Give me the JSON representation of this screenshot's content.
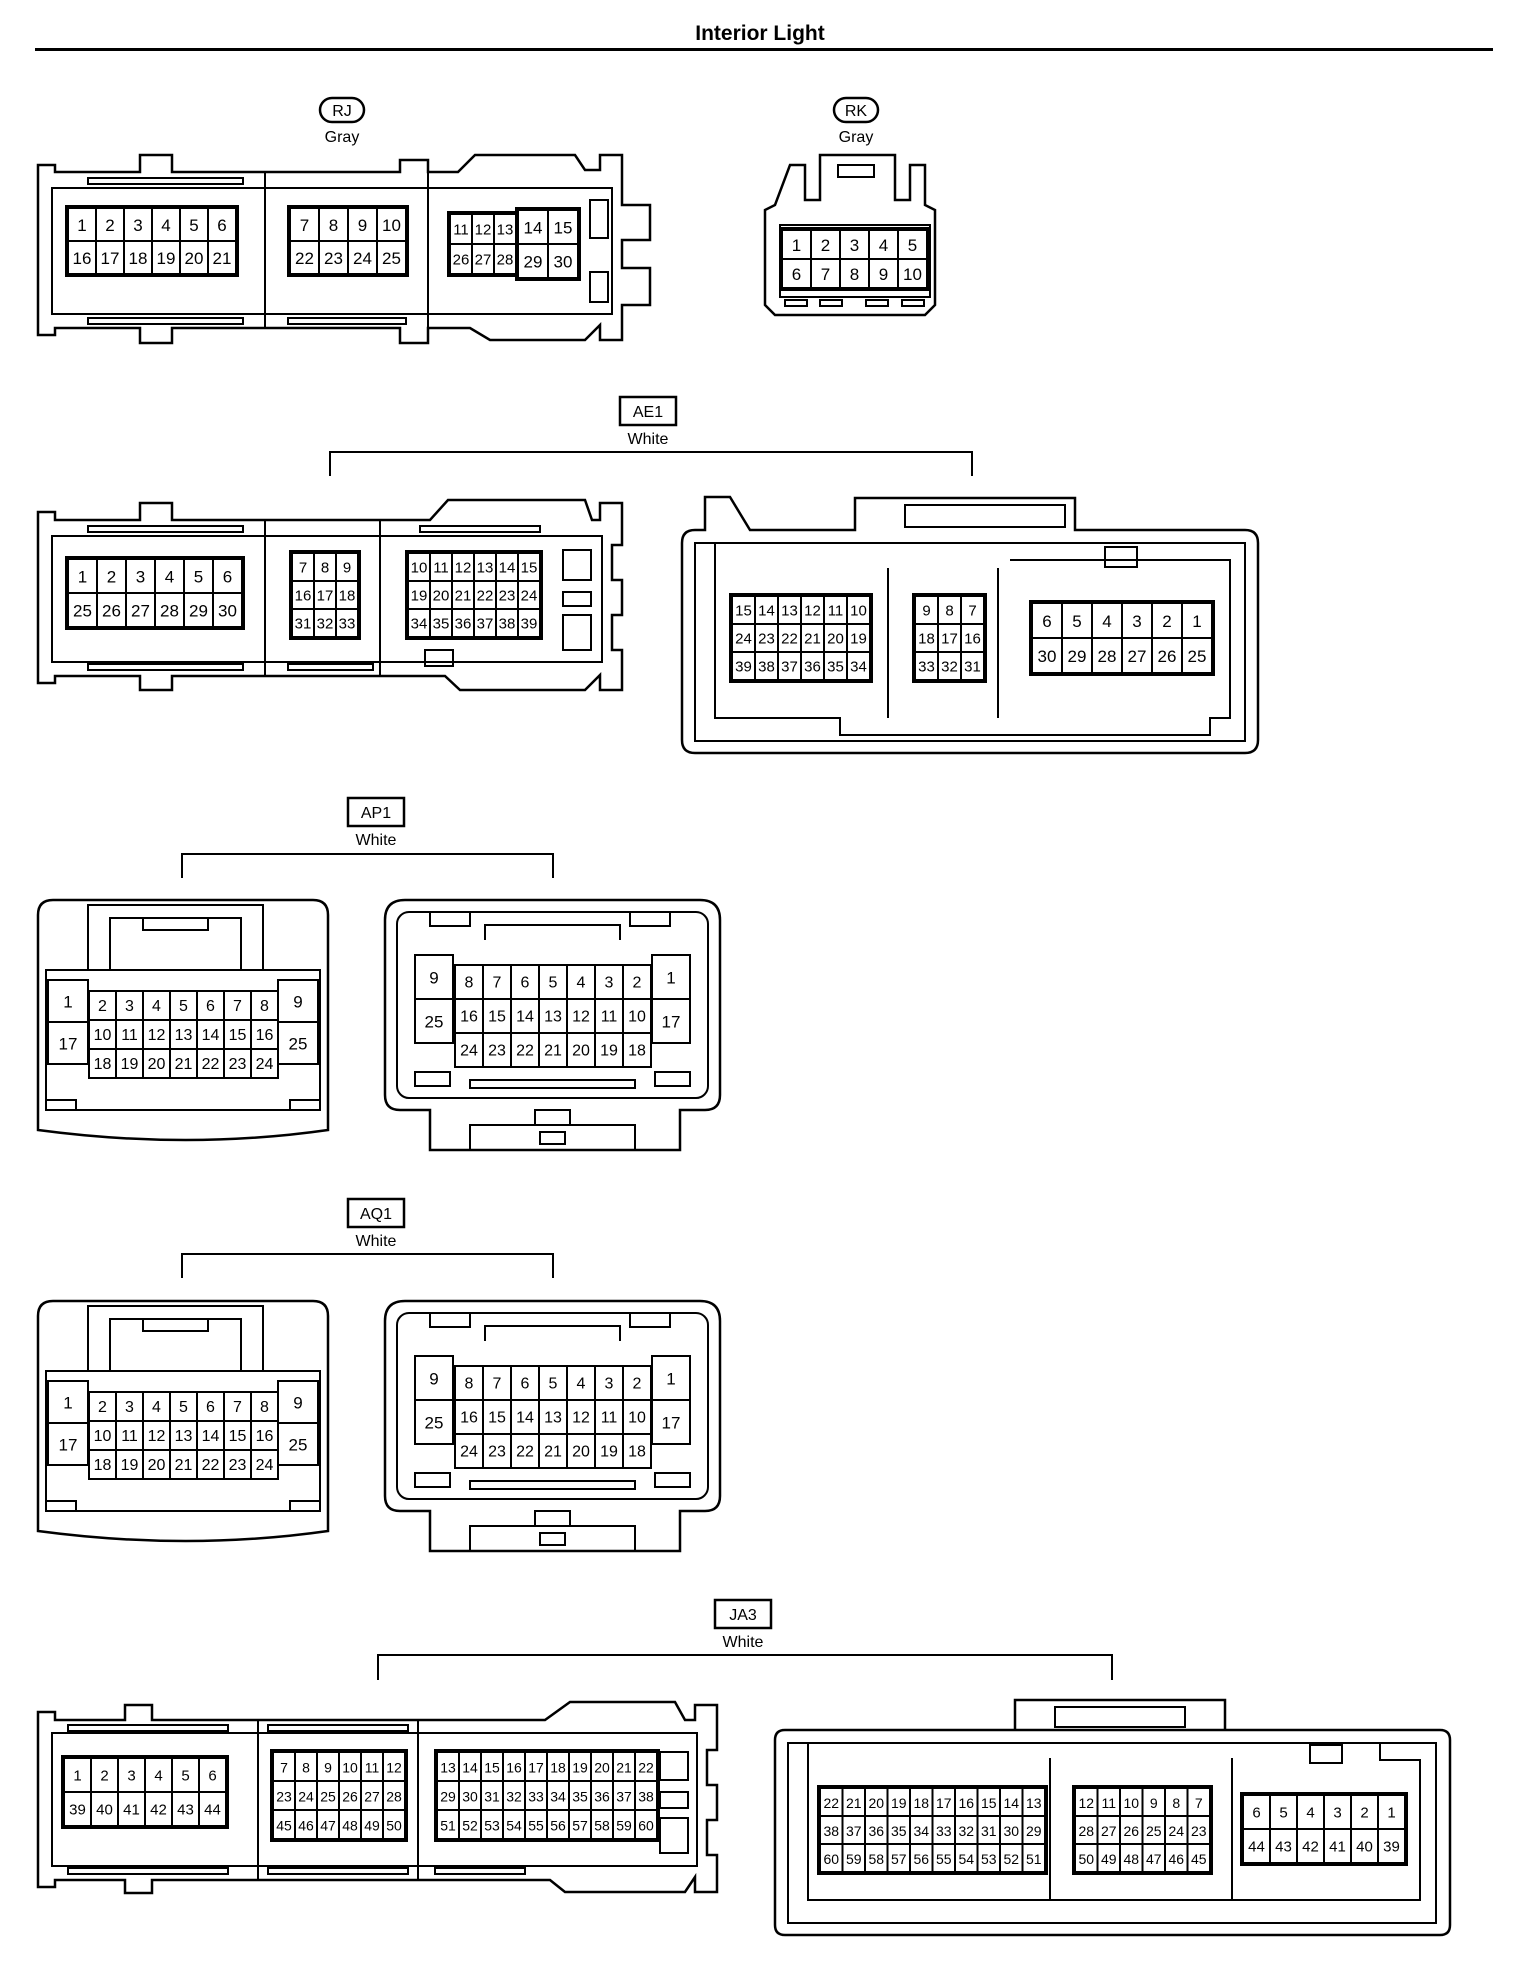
{
  "title": "Interior Light",
  "connectors": {
    "RJ": {
      "code": "RJ",
      "color": "Gray",
      "groups": [
        [
          [
            "1",
            "2",
            "3",
            "4",
            "5",
            "6"
          ],
          [
            "16",
            "17",
            "18",
            "19",
            "20",
            "21"
          ]
        ],
        [
          [
            "7",
            "8",
            "9",
            "10"
          ],
          [
            "22",
            "23",
            "24",
            "25"
          ]
        ],
        [
          [
            "11",
            "12",
            "13"
          ],
          [
            "26",
            "27",
            "28"
          ]
        ],
        [
          [
            "14",
            "15"
          ],
          [
            "29",
            "30"
          ]
        ]
      ]
    },
    "RK": {
      "code": "RK",
      "color": "Gray",
      "groups": [
        [
          [
            "1",
            "2",
            "3",
            "4",
            "5"
          ],
          [
            "6",
            "7",
            "8",
            "9",
            "10"
          ]
        ]
      ]
    },
    "AE1": {
      "code": "AE1",
      "color": "White",
      "left": [
        [
          [
            "1",
            "2",
            "3",
            "4",
            "5",
            "6"
          ],
          [
            "25",
            "26",
            "27",
            "28",
            "29",
            "30"
          ]
        ],
        [
          [
            "7",
            "8",
            "9"
          ],
          [
            "16",
            "17",
            "18"
          ],
          [
            "31",
            "32",
            "33"
          ]
        ],
        [
          [
            "10",
            "11",
            "12",
            "13",
            "14",
            "15"
          ],
          [
            "19",
            "20",
            "21",
            "22",
            "23",
            "24"
          ],
          [
            "34",
            "35",
            "36",
            "37",
            "38",
            "39"
          ]
        ]
      ],
      "right": [
        [
          [
            "15",
            "14",
            "13",
            "12",
            "11",
            "10"
          ],
          [
            "24",
            "23",
            "22",
            "21",
            "20",
            "19"
          ],
          [
            "39",
            "38",
            "37",
            "36",
            "35",
            "34"
          ]
        ],
        [
          [
            "9",
            "8",
            "7"
          ],
          [
            "18",
            "17",
            "16"
          ],
          [
            "33",
            "32",
            "31"
          ]
        ],
        [
          [
            "6",
            "5",
            "4",
            "3",
            "2",
            "1"
          ],
          [
            "30",
            "29",
            "28",
            "27",
            "26",
            "25"
          ]
        ]
      ]
    },
    "AP1": {
      "code": "AP1",
      "color": "White",
      "left": {
        "side_left": [
          "1",
          "17"
        ],
        "grid": [
          [
            "2",
            "3",
            "4",
            "5",
            "6",
            "7",
            "8"
          ],
          [
            "10",
            "11",
            "12",
            "13",
            "14",
            "15",
            "16"
          ],
          [
            "18",
            "19",
            "20",
            "21",
            "22",
            "23",
            "24"
          ]
        ],
        "side_right": [
          "9",
          "25"
        ]
      },
      "right": {
        "side_left": [
          "9",
          "25"
        ],
        "grid": [
          [
            "8",
            "7",
            "6",
            "5",
            "4",
            "3",
            "2"
          ],
          [
            "16",
            "15",
            "14",
            "13",
            "12",
            "11",
            "10"
          ],
          [
            "24",
            "23",
            "22",
            "21",
            "20",
            "19",
            "18"
          ]
        ],
        "side_right": [
          "1",
          "17"
        ]
      }
    },
    "AQ1": {
      "code": "AQ1",
      "color": "White",
      "left": {
        "side_left": [
          "1",
          "17"
        ],
        "grid": [
          [
            "2",
            "3",
            "4",
            "5",
            "6",
            "7",
            "8"
          ],
          [
            "10",
            "11",
            "12",
            "13",
            "14",
            "15",
            "16"
          ],
          [
            "18",
            "19",
            "20",
            "21",
            "22",
            "23",
            "24"
          ]
        ],
        "side_right": [
          "9",
          "25"
        ]
      },
      "right": {
        "side_left": [
          "9",
          "25"
        ],
        "grid": [
          [
            "8",
            "7",
            "6",
            "5",
            "4",
            "3",
            "2"
          ],
          [
            "16",
            "15",
            "14",
            "13",
            "12",
            "11",
            "10"
          ],
          [
            "24",
            "23",
            "22",
            "21",
            "20",
            "19",
            "18"
          ]
        ],
        "side_right": [
          "1",
          "17"
        ]
      }
    },
    "JA3": {
      "code": "JA3",
      "color": "White",
      "left": [
        [
          [
            "1",
            "2",
            "3",
            "4",
            "5",
            "6"
          ],
          [
            "39",
            "40",
            "41",
            "42",
            "43",
            "44"
          ]
        ],
        [
          [
            "7",
            "8",
            "9",
            "10",
            "11",
            "12"
          ],
          [
            "23",
            "24",
            "25",
            "26",
            "27",
            "28"
          ],
          [
            "45",
            "46",
            "47",
            "48",
            "49",
            "50"
          ]
        ],
        [
          [
            "13",
            "14",
            "15",
            "16",
            "17",
            "18",
            "19",
            "20",
            "21",
            "22"
          ],
          [
            "29",
            "30",
            "31",
            "32",
            "33",
            "34",
            "35",
            "36",
            "37",
            "38"
          ],
          [
            "51",
            "52",
            "53",
            "54",
            "55",
            "56",
            "57",
            "58",
            "59",
            "60"
          ]
        ]
      ],
      "right": [
        [
          [
            "22",
            "21",
            "20",
            "19",
            "18",
            "17",
            "16",
            "15",
            "14",
            "13"
          ],
          [
            "38",
            "37",
            "36",
            "35",
            "34",
            "33",
            "32",
            "31",
            "30",
            "29"
          ],
          [
            "60",
            "59",
            "58",
            "57",
            "56",
            "55",
            "54",
            "53",
            "52",
            "51"
          ]
        ],
        [
          [
            "12",
            "11",
            "10",
            "9",
            "8",
            "7"
          ],
          [
            "28",
            "27",
            "26",
            "25",
            "24",
            "23"
          ],
          [
            "50",
            "49",
            "48",
            "47",
            "46",
            "45"
          ]
        ],
        [
          [
            "6",
            "5",
            "4",
            "3",
            "2",
            "1"
          ],
          [
            "44",
            "43",
            "42",
            "41",
            "40",
            "39"
          ]
        ]
      ]
    }
  }
}
